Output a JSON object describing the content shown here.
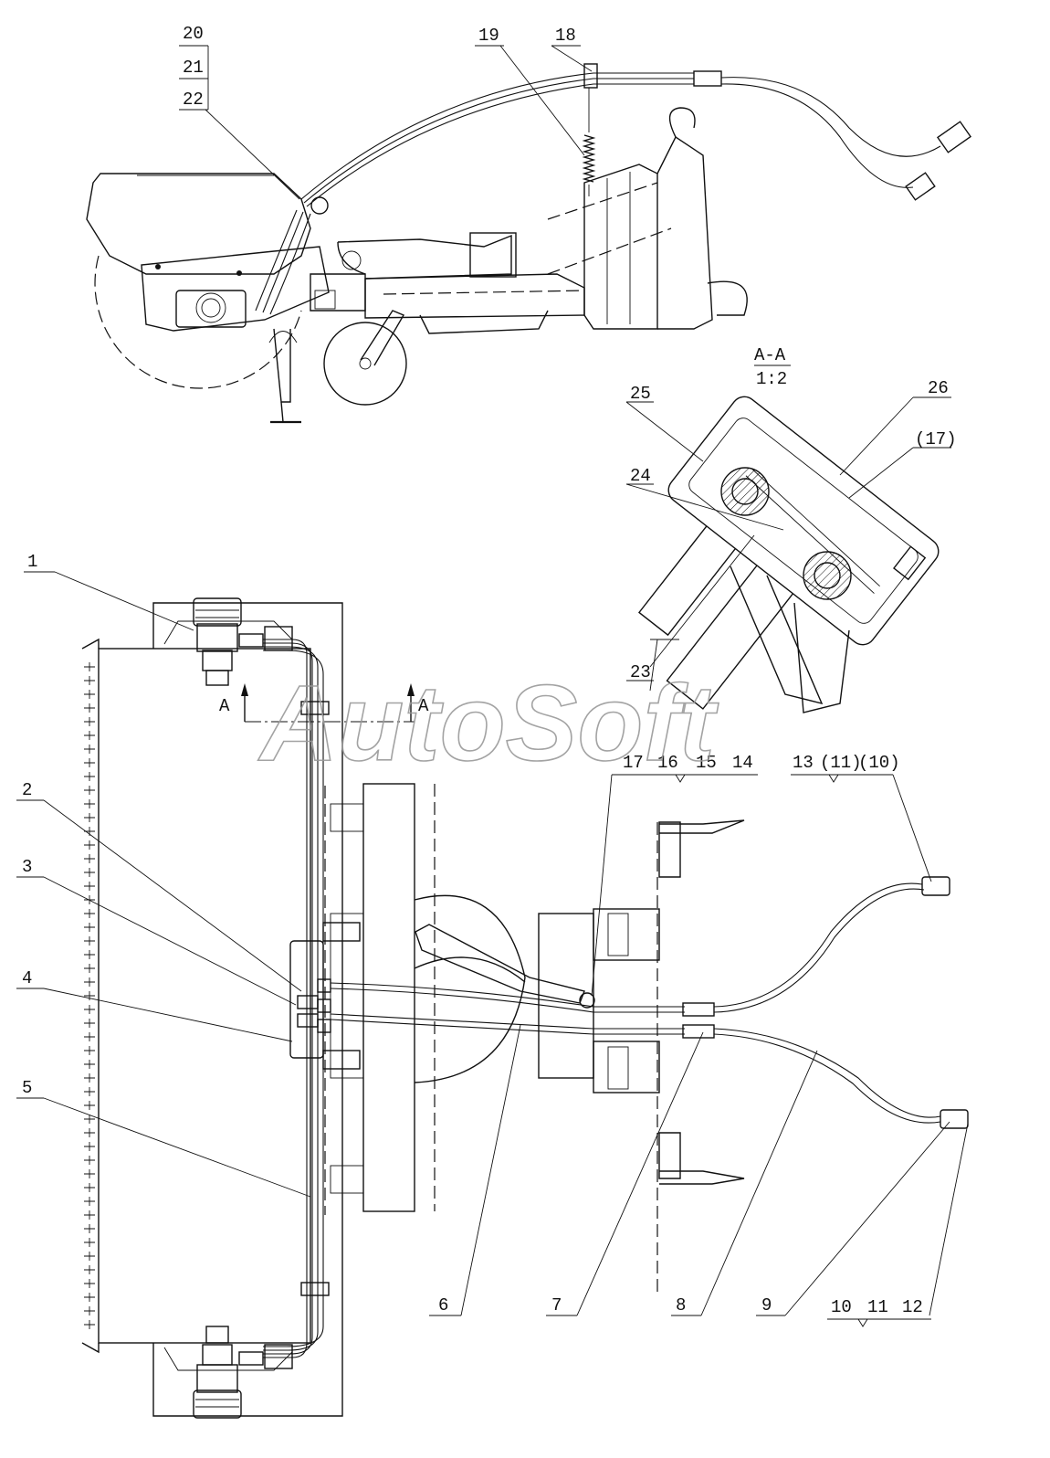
{
  "watermark": "AutoSoft",
  "section": {
    "title": "A-A",
    "scale": "1:2",
    "marker_left": "A",
    "marker_right": "A"
  },
  "callouts": {
    "c1": "1",
    "c2": "2",
    "c3": "3",
    "c4": "4",
    "c5": "5",
    "c6": "6",
    "c7": "7",
    "c8": "8",
    "c9": "9",
    "c18": "18",
    "c19": "19",
    "c20": "20",
    "c21": "21",
    "c22": "22",
    "c23": "23",
    "c24": "24",
    "c25": "25",
    "c26": "26",
    "c17p": "(17)",
    "g17": "17",
    "g16": "16",
    "g15": "15",
    "g14": "14",
    "g13": "13",
    "g11p": "(11)",
    "g10p": "(10)",
    "g10": "10",
    "g11": "11",
    "g12": "12"
  }
}
